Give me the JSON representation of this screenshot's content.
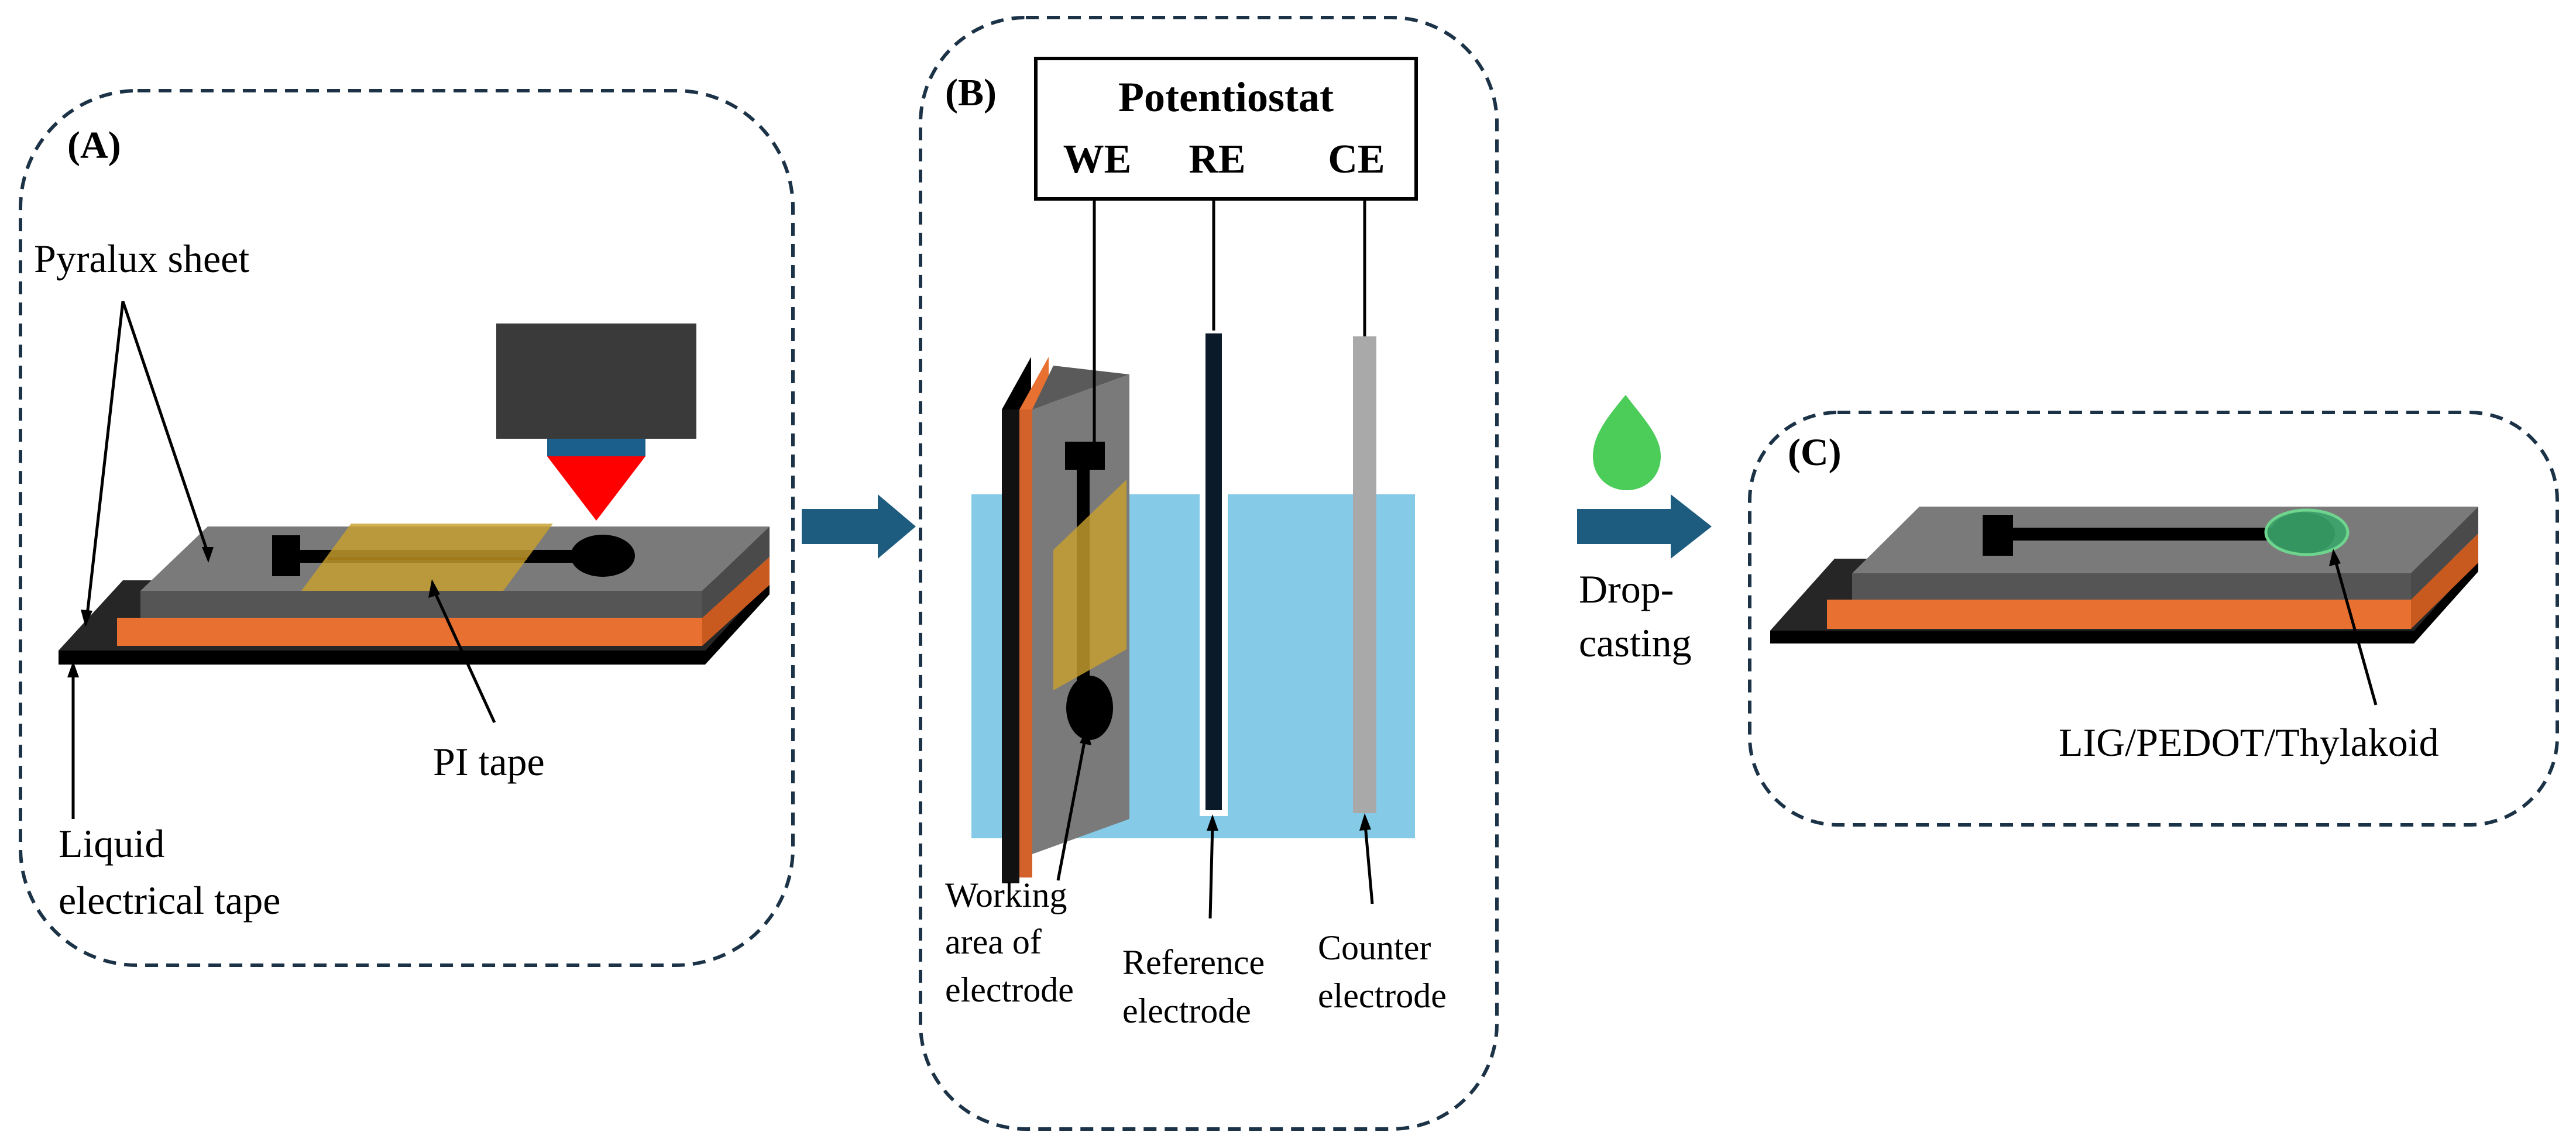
{
  "colors": {
    "dashed_border": "#1c3347",
    "pyralux_top": "#7a7a7a",
    "pyralux_side": "#555555",
    "copper_orange": "#e87030",
    "electrical_tape_black": "#111111",
    "pi_tape_gold": "#c8a030",
    "laser_head": "#3a3a3a",
    "laser_nozzle": "#1b5f8c",
    "laser_beam_red": "#ff0000",
    "electrolyte_blue": "#85cbe8",
    "arrow_blue": "#1d5c7e",
    "droplet_green": "#4ccc58",
    "coating_green": "#3aa56a"
  },
  "panel_a": {
    "label": "(A)",
    "pyralux_label": "Pyralux sheet",
    "pi_tape_label": "PI tape",
    "liquid_tape_label_line1": "Liquid",
    "liquid_tape_label_line2": "electrical tape"
  },
  "panel_b": {
    "label": "(B)",
    "potentiostat_title": "Potentiostat",
    "terminal_we": "WE",
    "terminal_re": "RE",
    "terminal_ce": "CE",
    "working_label_line1": "Working",
    "working_label_line2": "area of",
    "working_label_line3": "electrode",
    "reference_label_line1": "Reference",
    "reference_label_line2": "electrode",
    "counter_label_line1": "Counter",
    "counter_label_line2": "electrode"
  },
  "transition": {
    "dropcast_line1": "Drop-",
    "dropcast_line2": "casting"
  },
  "panel_c": {
    "label": "(C)",
    "coating_label": "LIG/PEDOT/Thylakoid"
  }
}
